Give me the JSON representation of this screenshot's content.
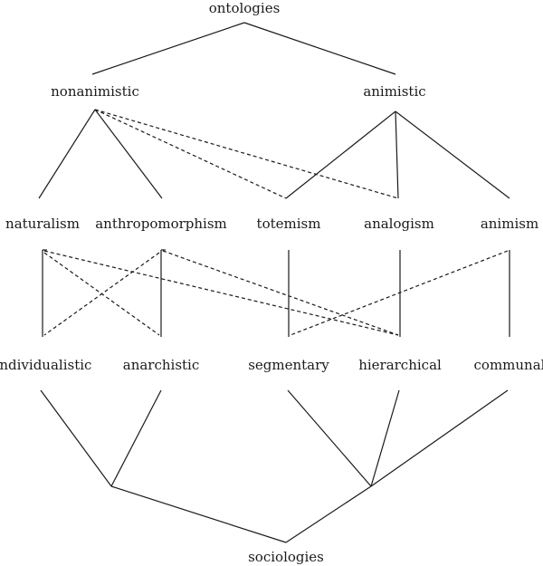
{
  "root": {
    "label": "ontologies"
  },
  "level1": {
    "nonanimistic": "nonanimistic",
    "animistic": "animistic"
  },
  "ontologies": {
    "naturalism": "naturalism",
    "anthropomorphism": "anthropomorphism",
    "totemism": "totemism",
    "analogism": "analogism",
    "animism": "animism"
  },
  "sociologies": {
    "individualistic": "individualistic",
    "anarchistic": "anarchistic",
    "segmentary": "segmentary",
    "hierarchical": "hierarchical",
    "communal": "communal"
  },
  "bottom": {
    "label": "sociologies"
  },
  "colors": {
    "ink": "#1a1a1a",
    "background": "#ffffff"
  }
}
